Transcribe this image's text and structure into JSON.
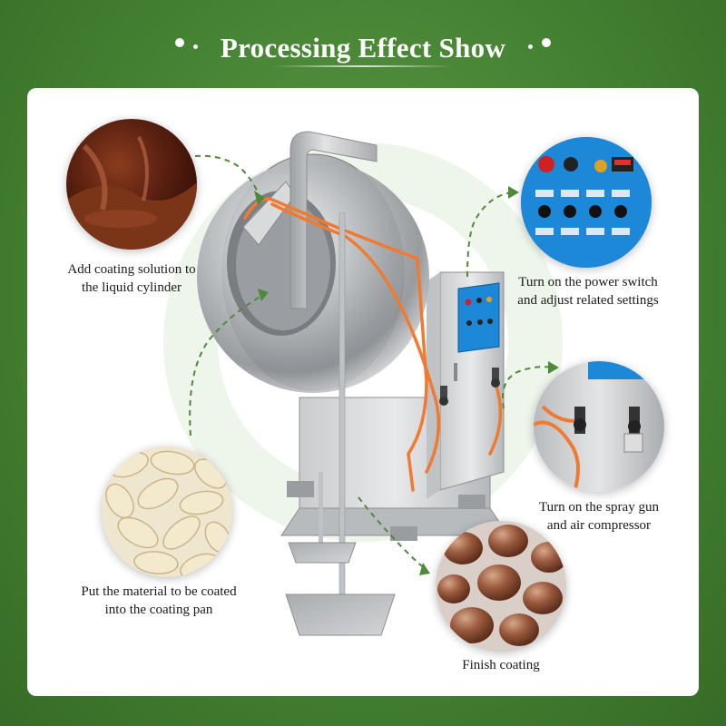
{
  "title": "Processing Effect Show",
  "steps": [
    {
      "caption_line1": "Add coating solution to",
      "caption_line2": "the liquid cylinder"
    },
    {
      "caption_line1": "Turn on the power switch",
      "caption_line2": "and adjust related settings"
    },
    {
      "caption_line1": "Turn on the spray gun",
      "caption_line2": "and air compressor"
    },
    {
      "caption_line1": "Put the material to be coated",
      "caption_line2": "into the coating pan"
    },
    {
      "caption_line1": "Finish coating",
      "caption_line2": ""
    }
  ],
  "colors": {
    "background_green": "#4e8a3a",
    "arrow_green": "#4e8a3a",
    "control_panel_blue": "#1e88d8",
    "pipe_orange": "#f07a30"
  },
  "icons": [
    "chocolate-liquid-image",
    "control-panel-image",
    "spray-gun-image",
    "peanuts-image",
    "coated-nuts-image",
    "coating-machine-image"
  ]
}
